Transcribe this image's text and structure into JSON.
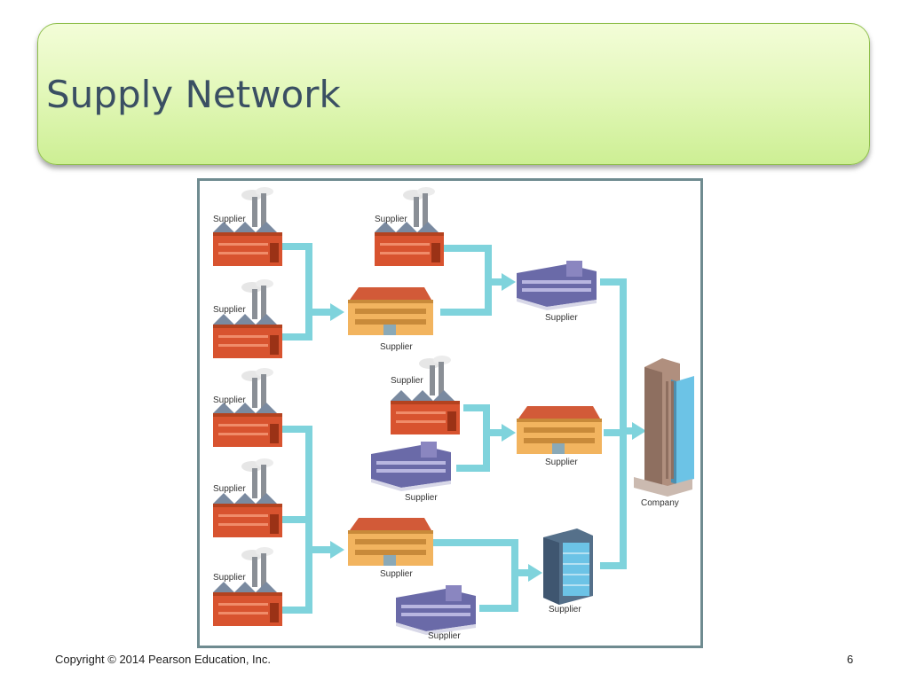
{
  "slide": {
    "title": "Supply Network",
    "footer": "Copyright © 2014 Pearson Education, Inc.",
    "page_number": "6"
  },
  "diagram": {
    "labels": {
      "supplier": "Supplier",
      "company": "Company"
    },
    "colors": {
      "arrow": "#7fd3dc",
      "factory": "#d8532f",
      "factory_roof": "#7a8aa0",
      "warehouse_wall": "#f2b45f",
      "warehouse_roof": "#d25a38",
      "office": "#6a6aa8",
      "company_tower": "#b08f7e",
      "glass": "#6cc3e6"
    }
  }
}
